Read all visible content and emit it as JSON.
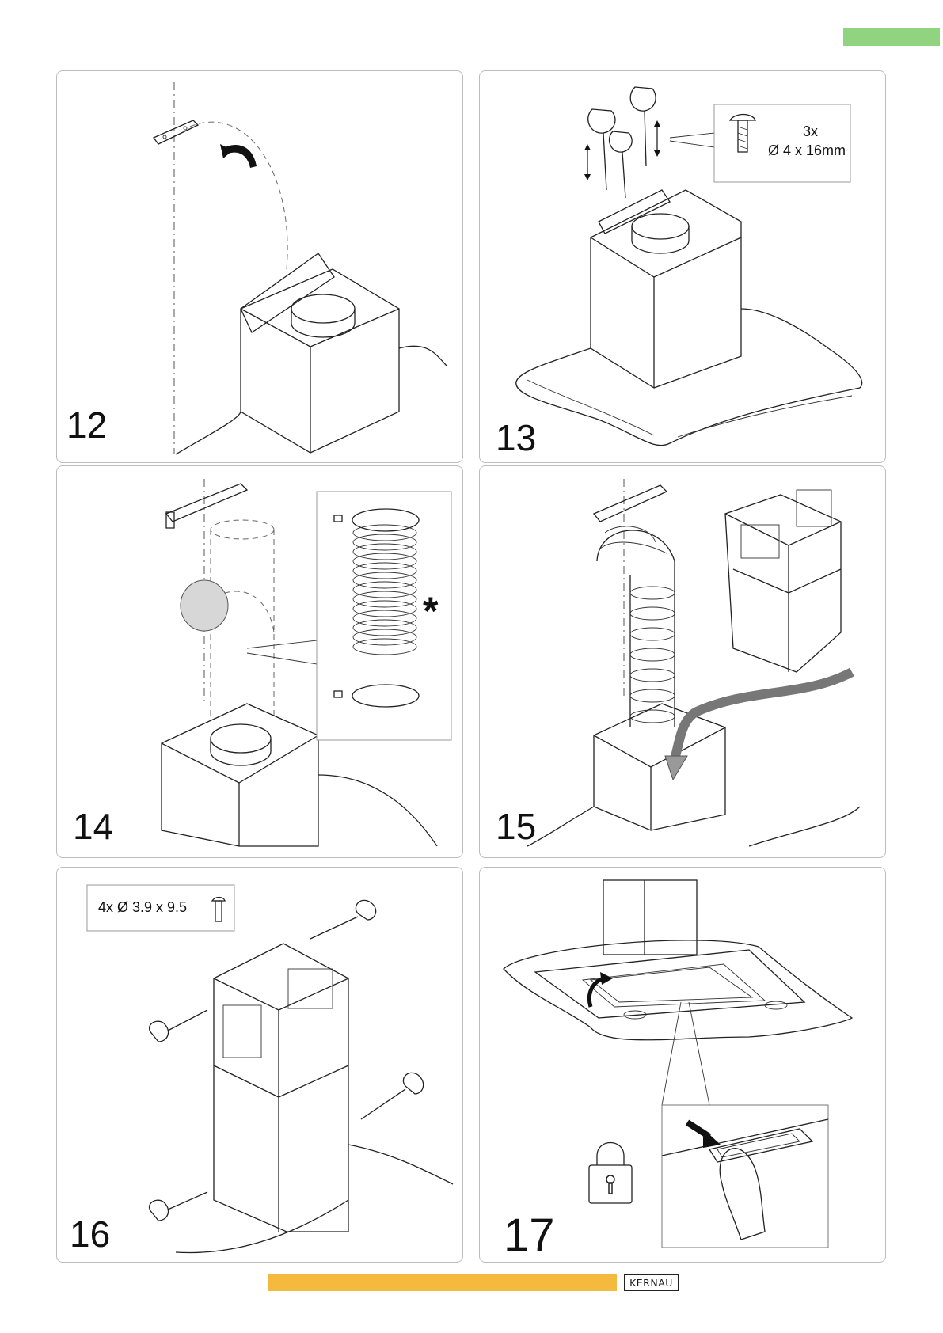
{
  "colors": {
    "header_accent": "#90d47f",
    "footer_accent": "#f4ba3e",
    "panel_border": "#bdbdbd"
  },
  "steps": [
    {
      "number": "12"
    },
    {
      "number": "13",
      "screw_count": "3x",
      "screw_size": "Ø 4 x 16mm"
    },
    {
      "number": "14",
      "optional_mark": "*"
    },
    {
      "number": "15"
    },
    {
      "number": "16",
      "screw_label": "4x Ø 3.9 x 9.5"
    },
    {
      "number": "17"
    }
  ],
  "footer": {
    "brand": "KERNAU"
  },
  "icons": [
    "arrow-icon",
    "screw-icon",
    "hand-screwdriver-icon",
    "padlock-icon",
    "flexible-duct-icon"
  ]
}
